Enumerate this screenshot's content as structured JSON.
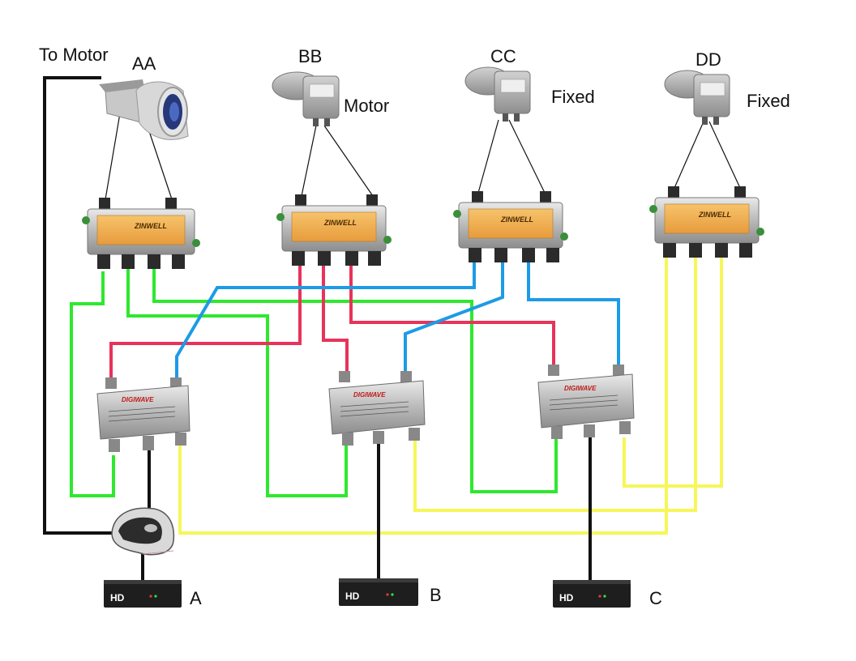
{
  "labels": {
    "to_motor": "To Motor",
    "aa": "AA",
    "bb": "BB",
    "bb_note": "Motor",
    "cc": "CC",
    "cc_note": "Fixed",
    "dd": "DD",
    "dd_note": "Fixed",
    "receiver_a": "A",
    "receiver_b": "B",
    "receiver_c": "C"
  },
  "brands": {
    "splitter": "ZINWELL",
    "switch": "DIGIWAVE",
    "receiver": "HD"
  },
  "colors": {
    "green": "#2ee82e",
    "red": "#e8335a",
    "blue": "#1d9be6",
    "yellow": "#f6f65a",
    "black": "#111111"
  }
}
